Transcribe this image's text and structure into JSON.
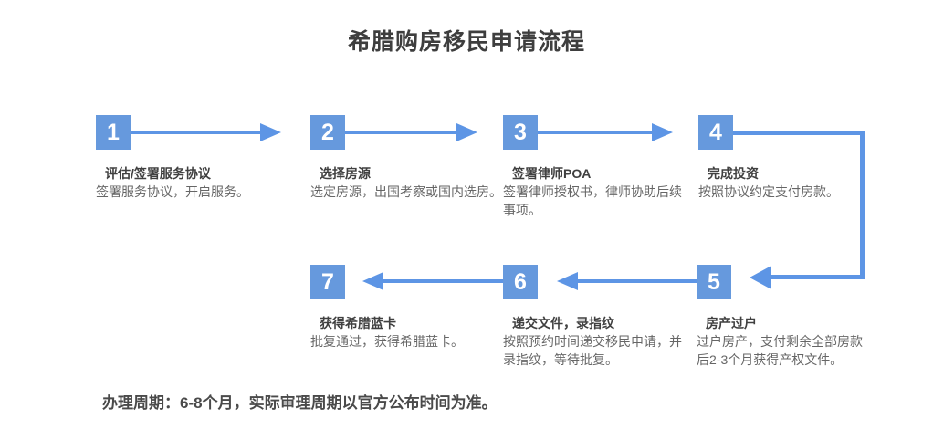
{
  "title": "希腊购房移民申请流程",
  "steps": [
    {
      "num": "1",
      "label": "评估/签署服务协议",
      "desc": "签署服务协议，开启服务。"
    },
    {
      "num": "2",
      "label": "选择房源",
      "desc": "选定房源，出国考察或国内选房。"
    },
    {
      "num": "3",
      "label": "签署律师POA",
      "desc": "签署律师授权书，律师协助后续\n事项。"
    },
    {
      "num": "4",
      "label": "完成投资",
      "desc": "按照协议约定支付房款。"
    },
    {
      "num": "5",
      "label": "房产过户",
      "desc": "过户房产，支付剩余全部房款\n后2-3个月获得产权文件。"
    },
    {
      "num": "6",
      "label": "递交文件，录指纹",
      "desc": "按照预约时间递交移民申请，并\n录指纹，等待批复。"
    },
    {
      "num": "7",
      "label": "获得希腊蓝卡",
      "desc": "批复通过，获得希腊蓝卡。"
    }
  ],
  "footer": "办理周期：6-8个月，实际审理周期以官方公布时间为准。",
  "colors": {
    "step_box": "#6699dd",
    "arrow": "#5d95e5",
    "title_text": "#3e3e3e",
    "label_text": "#404040",
    "desc_text": "#666666"
  }
}
